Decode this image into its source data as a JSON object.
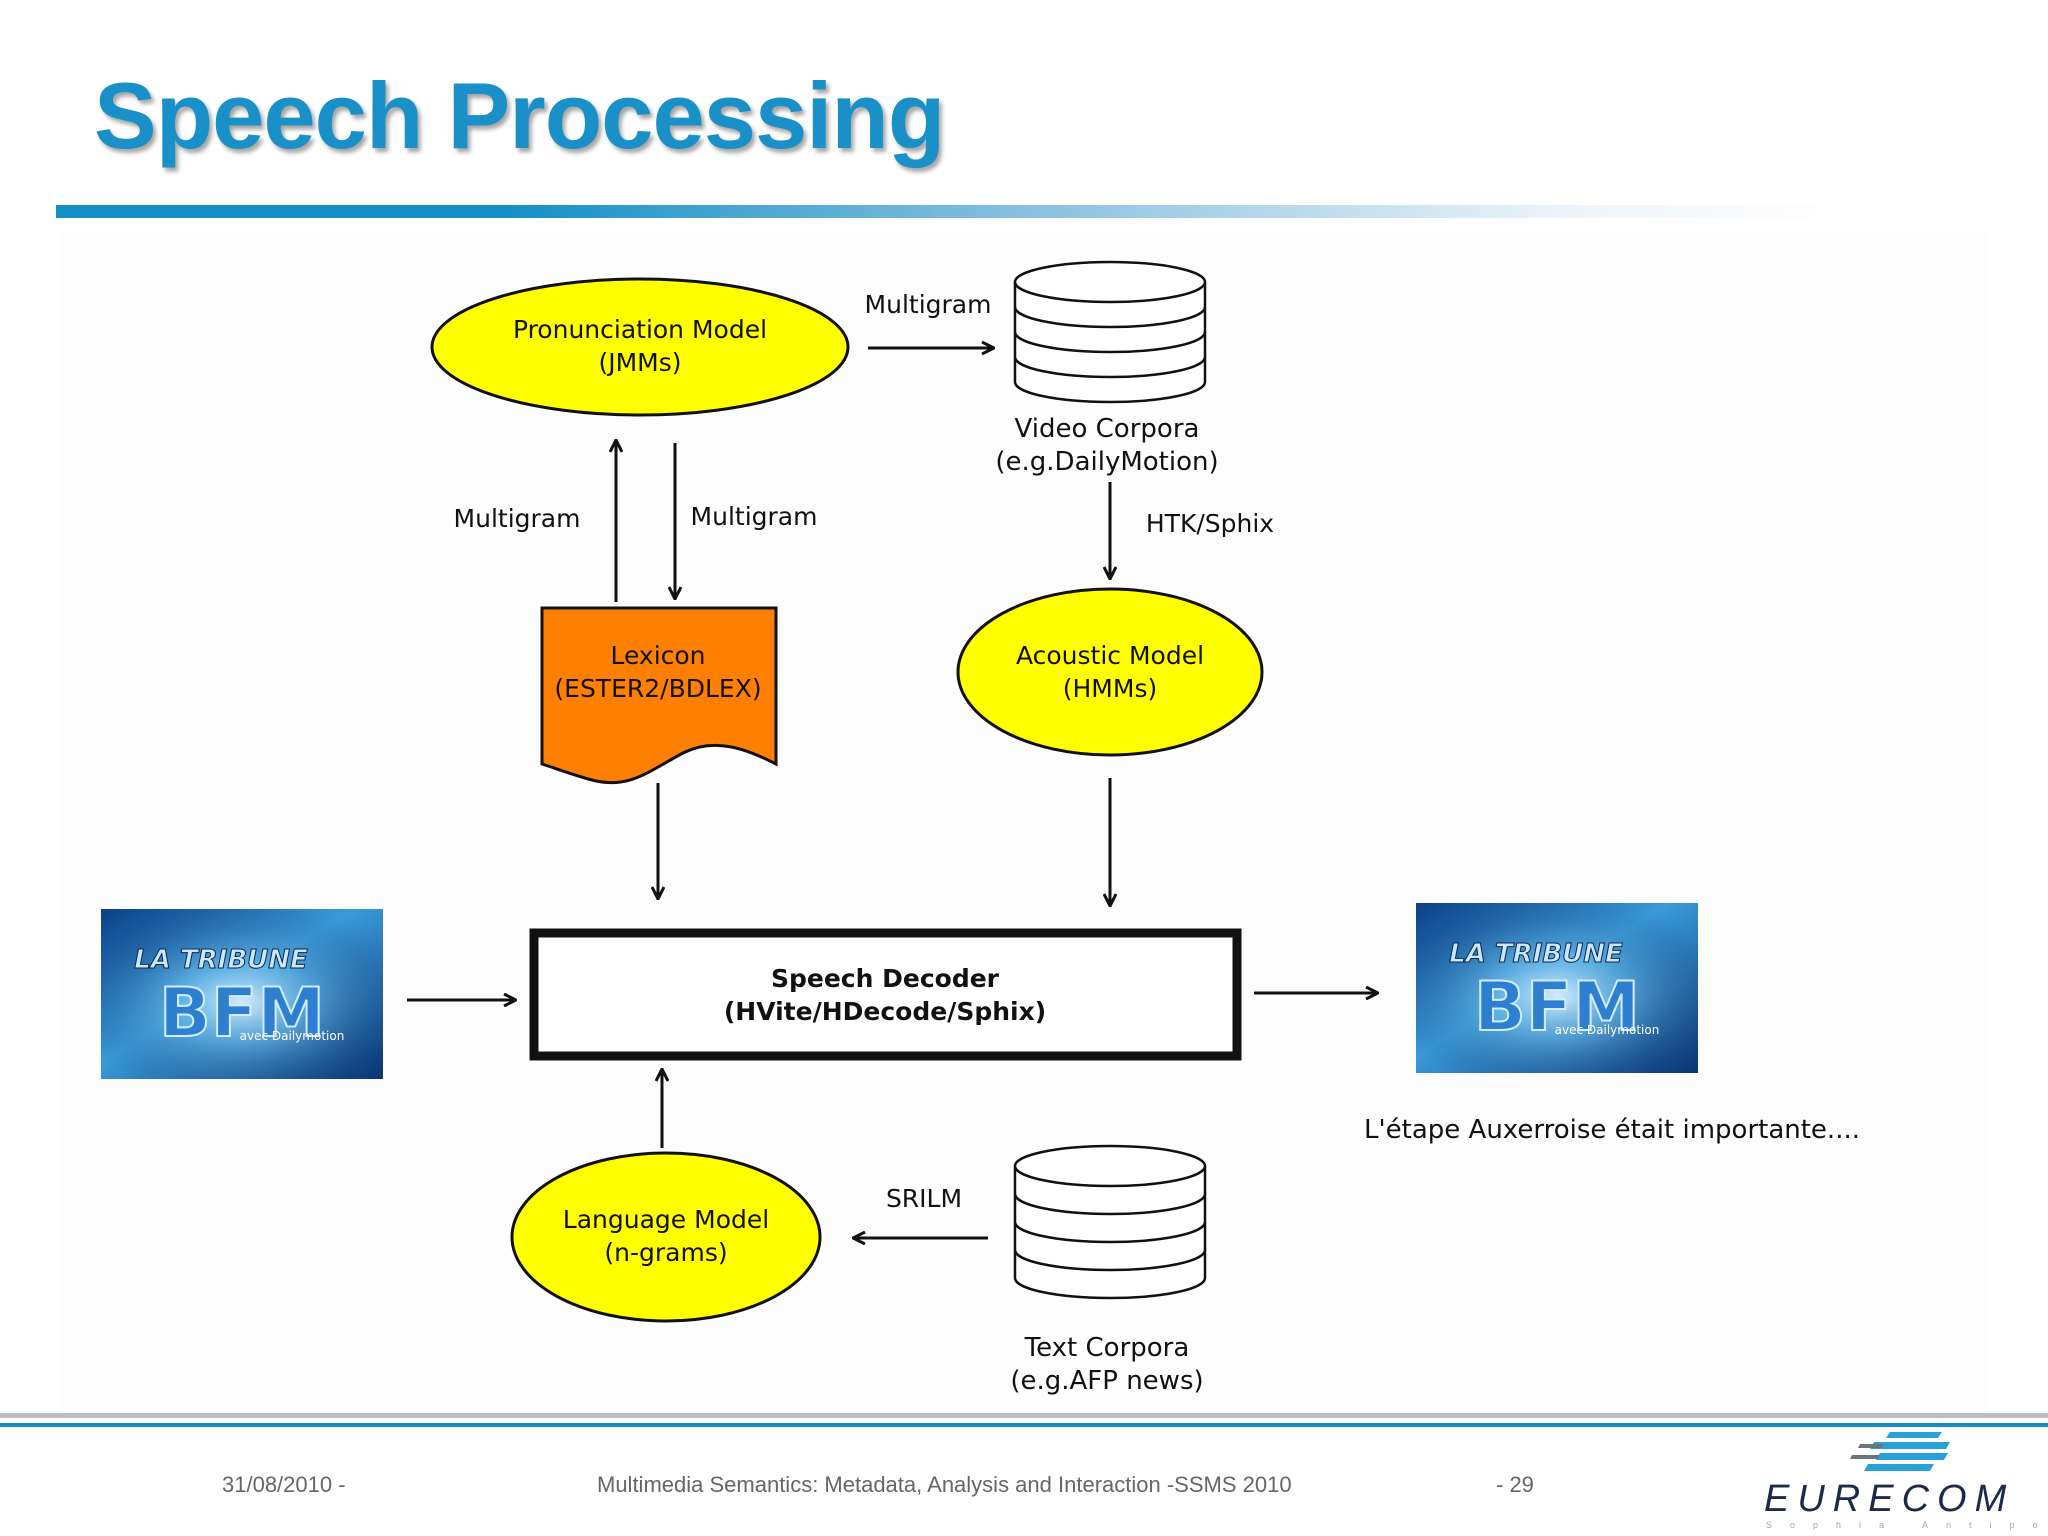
{
  "slide": {
    "title": "Speech Processing"
  },
  "diagram": {
    "nodes": {
      "pronunciation_model": {
        "line1": "Pronunciation Model",
        "line2": "(JMMs)",
        "color": "#ffff00"
      },
      "video_corpora": {
        "line1": "Video Corpora",
        "line2": "(e.g.DailyMotion)"
      },
      "lexicon": {
        "line1": "Lexicon",
        "line2": "(ESTER2/BDLEX)",
        "color": "#ff7f00"
      },
      "acoustic_model": {
        "line1": "Acoustic Model",
        "line2": "(HMMs)",
        "color": "#ffff00"
      },
      "speech_decoder": {
        "line1": "Speech Decoder",
        "line2": "(HVite/HDecode/Sphix)"
      },
      "language_model": {
        "line1": "Language Model",
        "line2": "(n-grams)",
        "color": "#ffff00"
      },
      "text_corpora": {
        "line1": "Text Corpora",
        "line2": "(e.g.AFP news)"
      },
      "input_video": {
        "line1": "LA TRIBUNE",
        "line2": "BFM",
        "line3": "avec Dailymotion"
      },
      "output_video": {
        "line1": "LA TRIBUNE",
        "line2": "BFM",
        "line3": "avec Dailymotion"
      }
    },
    "edge_labels": {
      "pron_to_video": "Multigram",
      "lexicon_to_pron": "Multigram",
      "pron_to_lexicon": "Multigram",
      "video_to_acoustic": "HTK/Sphix",
      "text_to_language": "SRILM"
    },
    "output_transcript": "L'étape Auxerroise était importante...."
  },
  "footer": {
    "date": "31/08/2010 -",
    "event": "Multimedia Semantics: Metadata, Analysis and Interaction -SSMS 2010",
    "page": "- 29",
    "logo": "EURECOM",
    "logo_sub": "Sophia Antipolis"
  }
}
